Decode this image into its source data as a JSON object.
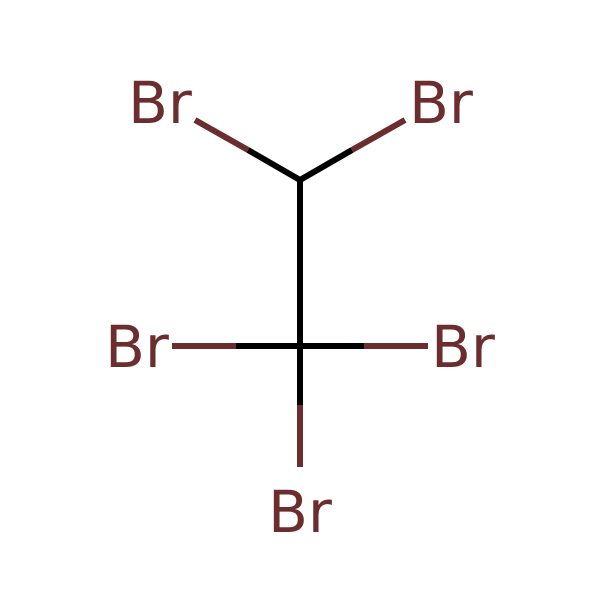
{
  "molecule": {
    "atoms": [
      {
        "id": "C1",
        "element": "C",
        "label": ""
      },
      {
        "id": "C2",
        "element": "C",
        "label": ""
      },
      {
        "id": "Br1",
        "element": "Br",
        "label": "Br"
      },
      {
        "id": "Br2",
        "element": "Br",
        "label": "Br"
      },
      {
        "id": "Br3",
        "element": "Br",
        "label": "Br"
      },
      {
        "id": "Br4",
        "element": "Br",
        "label": "Br"
      },
      {
        "id": "Br5",
        "element": "Br",
        "label": "Br"
      }
    ],
    "bonds": [
      {
        "from": "C1",
        "to": "C2",
        "order": 1
      },
      {
        "from": "C1",
        "to": "Br1",
        "order": 1
      },
      {
        "from": "C1",
        "to": "Br2",
        "order": 1
      },
      {
        "from": "C2",
        "to": "Br3",
        "order": 1
      },
      {
        "from": "C2",
        "to": "Br4",
        "order": 1
      },
      {
        "from": "C2",
        "to": "Br5",
        "order": 1
      }
    ]
  },
  "colors": {
    "carbon_bond": "#000000",
    "bromine": "#6b2d2d",
    "background": "#ffffff"
  }
}
